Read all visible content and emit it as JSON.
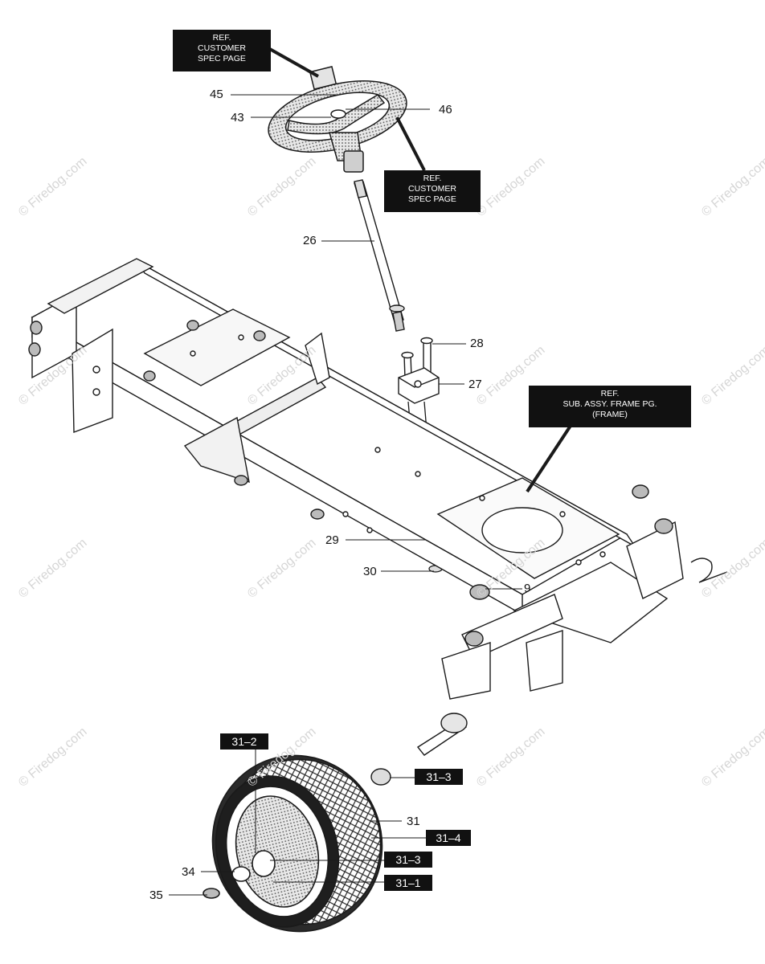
{
  "watermark": "© Firedog.com",
  "ref_boxes": {
    "top_left": [
      "REF.",
      "CUSTOMER",
      "SPEC PAGE"
    ],
    "top_right": [
      "REF.",
      "CUSTOMER",
      "SPEC PAGE"
    ],
    "frame": [
      "REF.",
      "SUB. ASSY. FRAME PG.",
      "(FRAME)"
    ]
  },
  "callouts": {
    "p45": "45",
    "p46": "46",
    "p43": "43",
    "p26": "26",
    "p28": "28",
    "p27": "27",
    "p29": "29",
    "p30": "30",
    "p9": "9",
    "p31": "31",
    "p34": "34",
    "p35": "35"
  },
  "tags": {
    "t31_2": "31–2",
    "t31_3a": "31–3",
    "t31_4": "31–4",
    "t31_3b": "31–3",
    "t31_1": "31–1"
  },
  "colors": {
    "line": "#1a1a1a",
    "watermark": "#d6d6d6",
    "tag_bg": "#111111"
  }
}
